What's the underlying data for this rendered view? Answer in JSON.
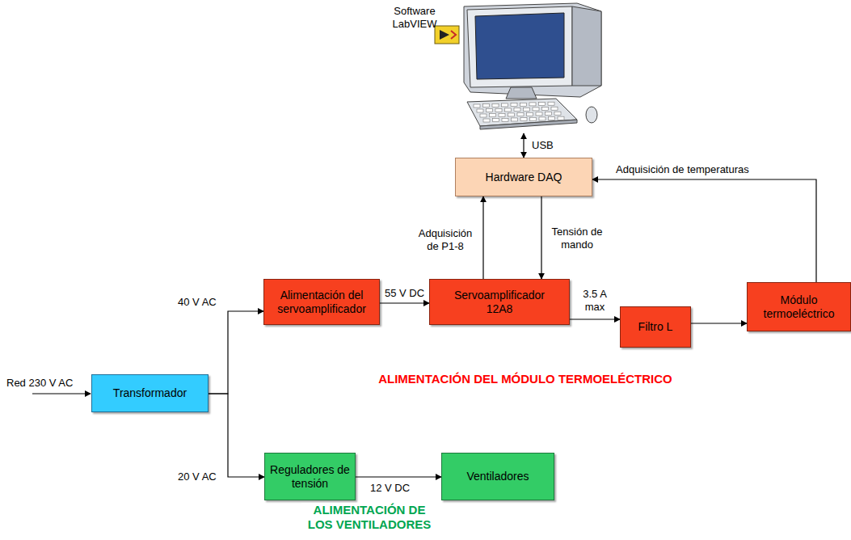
{
  "diagram": {
    "nodes": [
      {
        "text": [
          "Software LabVIEW"
        ]
      },
      {
        "text": [
          "Hardware DAQ"
        ]
      },
      {
        "text": [
          "Alimentación del servoamplificador"
        ]
      },
      {
        "text": [
          "Servoamplificador 12A8"
        ]
      },
      {
        "text": [
          "Filtro L"
        ]
      },
      {
        "text": [
          "Módulo termoeléctrico"
        ]
      },
      {
        "text": [
          "Transformador"
        ]
      },
      {
        "text": [
          "Reguladores de tensión"
        ]
      },
      {
        "text": [
          "Ventiladores"
        ]
      }
    ],
    "edges": [
      {
        "from": 0,
        "to": 1,
        "label": "USB",
        "arrow": "both"
      },
      {
        "from": 1,
        "to": 3,
        "label": "Tensión de mando",
        "arrow": "to"
      },
      {
        "from": 3,
        "to": 1,
        "label": "Adquisición de P1-8",
        "arrow": "to"
      },
      {
        "from": 5,
        "to": 1,
        "label": "Adquisición de temperaturas",
        "arrow": "to"
      },
      {
        "from": 2,
        "to": 3,
        "label": "55 V DC",
        "arrow": "to"
      },
      {
        "from": 3,
        "to": 4,
        "label": "3.5 A max",
        "arrow": "to"
      },
      {
        "from": 4,
        "to": 5,
        "arrow": "to"
      },
      {
        "from": 6,
        "to": 2,
        "label": "40 V AC",
        "arrow": "to"
      },
      {
        "from": 6,
        "to": 7,
        "label": "20 V AC",
        "arrow": "to"
      },
      {
        "from": 7,
        "to": 8,
        "label": "12 V DC",
        "arrow": "to"
      }
    ],
    "labels": [
      "Red 230 V AC",
      "ALIMENTACIÓN DEL MÓDULO TERMOELÉCTRICO",
      "ALIMENTACIÓN DE LOS VENTILADORES"
    ]
  }
}
